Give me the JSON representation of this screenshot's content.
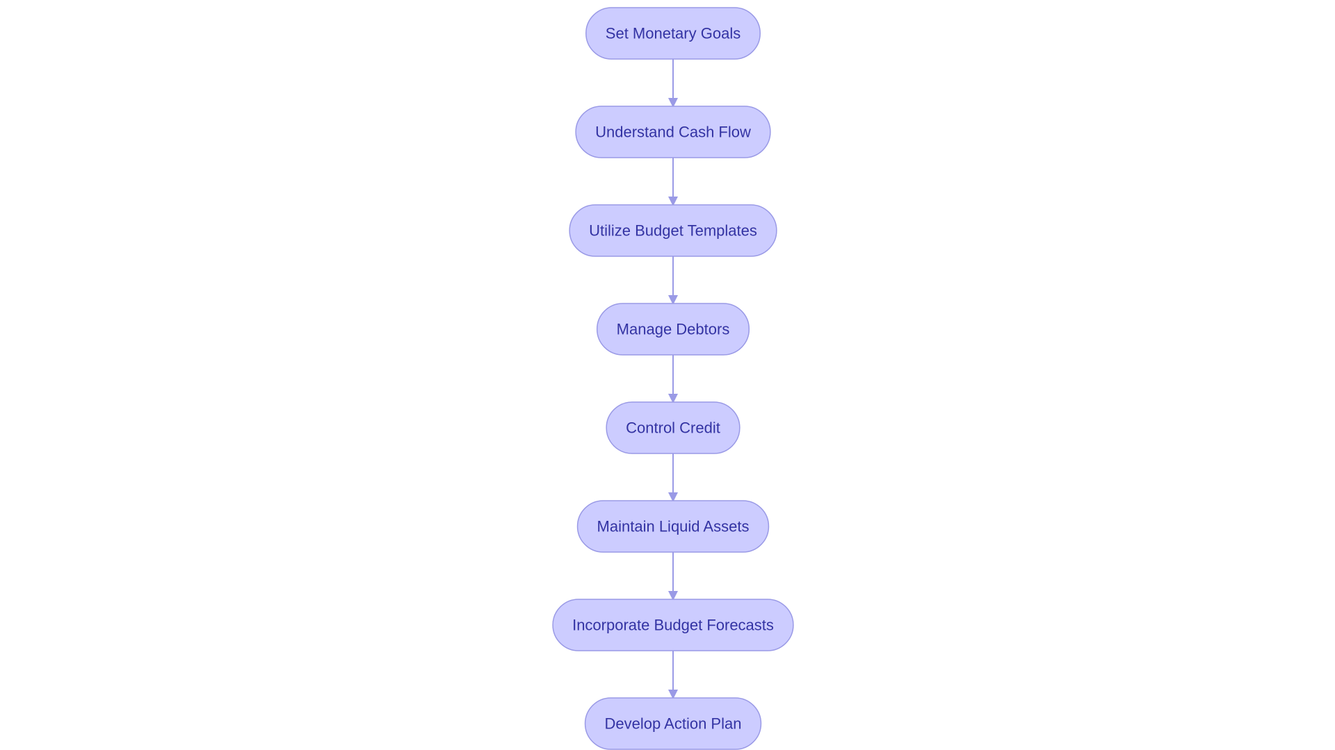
{
  "flowchart": {
    "colors": {
      "node_fill": "#CCCCFF",
      "node_stroke": "#9A9AE6",
      "edge": "#9A9AE6",
      "text": "#3333A3",
      "background": "#FFFFFF"
    },
    "nodes": [
      {
        "id": "set-monetary-goals",
        "label": "Set Monetary Goals"
      },
      {
        "id": "understand-cash-flow",
        "label": "Understand Cash Flow"
      },
      {
        "id": "utilize-budget-templates",
        "label": "Utilize Budget Templates"
      },
      {
        "id": "manage-debtors",
        "label": "Manage Debtors"
      },
      {
        "id": "control-credit",
        "label": "Control Credit"
      },
      {
        "id": "maintain-liquid-assets",
        "label": "Maintain Liquid Assets"
      },
      {
        "id": "incorporate-budget-forecasts",
        "label": "Incorporate Budget Forecasts"
      },
      {
        "id": "develop-action-plan",
        "label": "Develop Action Plan"
      }
    ],
    "edges": [
      {
        "from": "set-monetary-goals",
        "to": "understand-cash-flow"
      },
      {
        "from": "understand-cash-flow",
        "to": "utilize-budget-templates"
      },
      {
        "from": "utilize-budget-templates",
        "to": "manage-debtors"
      },
      {
        "from": "manage-debtors",
        "to": "control-credit"
      },
      {
        "from": "control-credit",
        "to": "maintain-liquid-assets"
      },
      {
        "from": "maintain-liquid-assets",
        "to": "incorporate-budget-forecasts"
      },
      {
        "from": "incorporate-budget-forecasts",
        "to": "develop-action-plan"
      }
    ]
  }
}
